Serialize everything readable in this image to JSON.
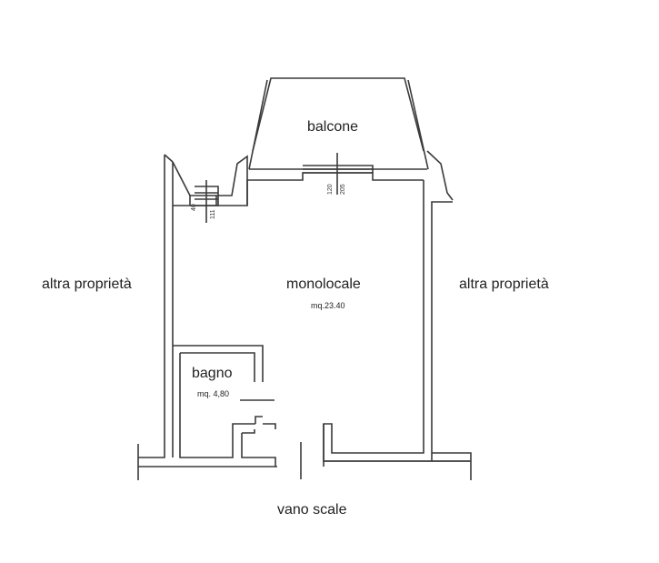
{
  "labels": {
    "balcony": "balcone",
    "main_room": "monolocale",
    "main_room_area": "mq.23.40",
    "bathroom": "bagno",
    "bathroom_area": "mq. 4,80",
    "neighbor_left": "altra proprietà",
    "neighbor_right": "altra proprietà",
    "stairwell": "vano scale"
  },
  "window_dims": {
    "left_top": "40",
    "left_bottom": "111",
    "center_top": "120",
    "center_bottom": "205"
  },
  "colors": {
    "wall_stroke": "#3a3a3a",
    "text": "#222222"
  }
}
